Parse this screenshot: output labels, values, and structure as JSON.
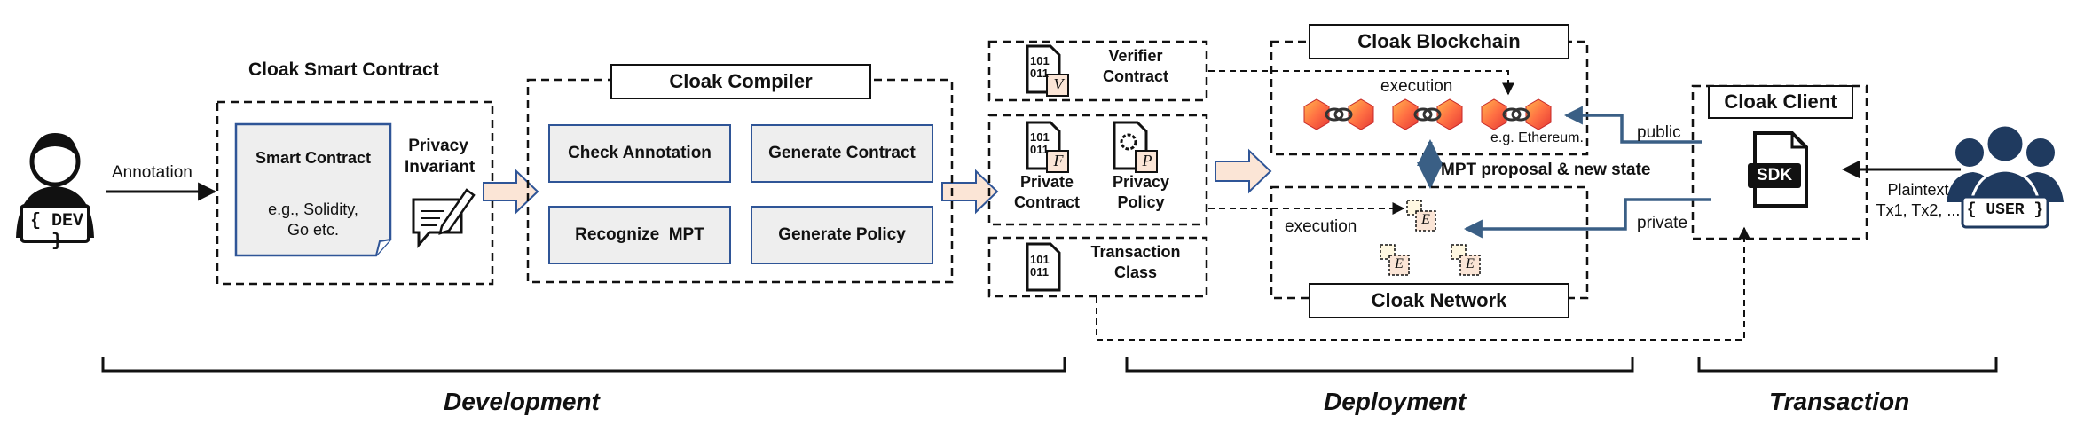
{
  "developer": {
    "tag": "{ DEV }",
    "arrow_label": "Annotation"
  },
  "smart_contract": {
    "title": "Cloak Smart Contract",
    "doc_title": "Smart Contract",
    "doc_body": "e.g., Solidity,\nGo etc.",
    "invariant": "Privacy\nInvariant"
  },
  "compiler": {
    "title": "Cloak Compiler",
    "modules": [
      "Check Annotation",
      "Generate Contract",
      "Recognize  MPT",
      "Generate Policy"
    ]
  },
  "artifacts": {
    "verifier": {
      "name": "Verifier\nContract",
      "letter": "V"
    },
    "private": {
      "name": "Private\nContract",
      "letter": "F"
    },
    "policy": {
      "name": "Privacy\nPolicy",
      "letter": "P"
    },
    "transaction": {
      "name": "Transaction\nClass"
    },
    "binary_text": "101\n011"
  },
  "blockchain": {
    "title": "Cloak Blockchain",
    "execution_label": "execution",
    "example": "e.g. Ethereum."
  },
  "network": {
    "title": "Cloak Network",
    "execution_label": "execution",
    "enclave_letter": "E"
  },
  "mpt_label": "MPT proposal & new state",
  "client": {
    "title": "Cloak Client",
    "sdk_label": "SDK",
    "public_label": "public",
    "private_label": "private"
  },
  "user": {
    "tag": "{ USER }",
    "arrow_label": "Plaintext\nTx1, Tx2, ..."
  },
  "phases": [
    "Development",
    "Deployment",
    "Transaction"
  ],
  "colors": {
    "accent_blue": "#2f5597",
    "arrow_fill": "#fbe5d6",
    "chain_orange": "#f4511e",
    "user_navy": "#1f3a5f"
  }
}
